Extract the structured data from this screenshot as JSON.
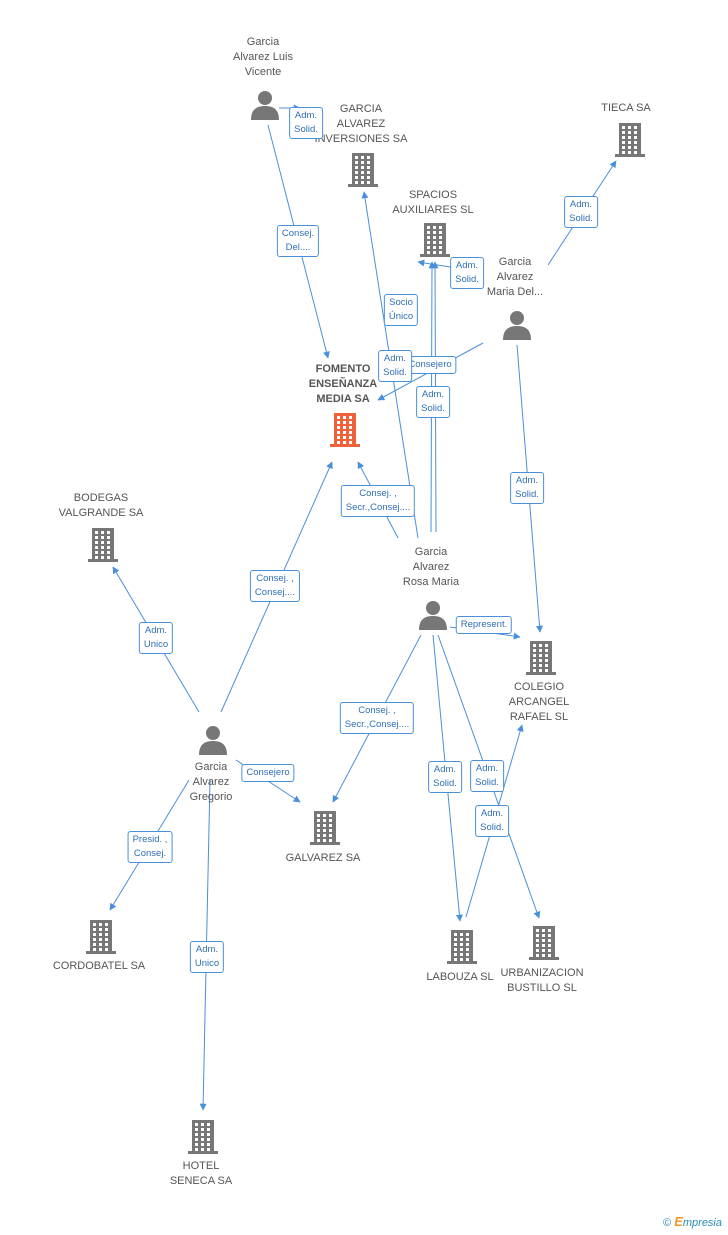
{
  "nodes": [
    {
      "id": "fomento",
      "label": "FOMENTO\nENSEÑANZA\nMEDIA SA",
      "type": "company",
      "main": true
    },
    {
      "id": "garcia_inv",
      "label": "GARCIA\nALVAREZ\nINVERSIONES SA",
      "type": "company"
    },
    {
      "id": "spacios",
      "label": "SPACIOS\nAUXILIARES  SL",
      "type": "company"
    },
    {
      "id": "tieca",
      "label": "TIECA SA",
      "type": "company"
    },
    {
      "id": "bodegas",
      "label": "BODEGAS\nVALGRANDE SA",
      "type": "company"
    },
    {
      "id": "colegio",
      "label": "COLEGIO\nARCANGEL\nRAFAEL  SL",
      "type": "company"
    },
    {
      "id": "galvarez",
      "label": "GALVAREZ SA",
      "type": "company"
    },
    {
      "id": "cordobatel",
      "label": "CORDOBATEL SA",
      "type": "company"
    },
    {
      "id": "labouza",
      "label": "LABOUZA SL",
      "type": "company"
    },
    {
      "id": "urbanizacion",
      "label": "URBANIZACION\nBUSTILLO SL",
      "type": "company"
    },
    {
      "id": "hotel",
      "label": "HOTEL\nSENECA SA",
      "type": "company"
    },
    {
      "id": "luis",
      "label": "Garcia\nAlvarez Luis\nVicente",
      "type": "person"
    },
    {
      "id": "maria_del",
      "label": "Garcia\nAlvarez\nMaria Del...",
      "type": "person"
    },
    {
      "id": "rosa",
      "label": "Garcia\nAlvarez\nRosa Maria",
      "type": "person"
    },
    {
      "id": "gregorio",
      "label": "Garcia\nAlvarez\nGregorio",
      "type": "person"
    }
  ],
  "edges": [
    {
      "from": "luis",
      "to": "fomento",
      "label": "Consej.\nDel...."
    },
    {
      "from": "luis",
      "to": "garcia_inv",
      "label": "Adm.\nSolid."
    },
    {
      "from": "maria_del",
      "to": "tieca",
      "label": "Adm.\nSolid."
    },
    {
      "from": "maria_del",
      "to": "spacios",
      "label": "Adm.\nSolid."
    },
    {
      "from": "maria_del",
      "to": "fomento",
      "label": "Consejero"
    },
    {
      "from": "maria_del",
      "to": "colegio",
      "label": "Adm.\nSolid."
    },
    {
      "from": "rosa",
      "to": "garcia_inv",
      "label": "Adm.\nSolid."
    },
    {
      "from": "rosa",
      "to": "spacios",
      "label": "Socio\nÚnico"
    },
    {
      "from": "rosa",
      "to": "spacios",
      "label": "Adm.\nSolid."
    },
    {
      "from": "rosa",
      "to": "fomento",
      "label": "Consej. ,\nSecr.,Consej...."
    },
    {
      "from": "rosa",
      "to": "colegio",
      "label": "Represent."
    },
    {
      "from": "rosa",
      "to": "galvarez",
      "label": "Consej. ,\nSecr.,Consej...."
    },
    {
      "from": "rosa",
      "to": "labouza",
      "label": "Adm.\nSolid."
    },
    {
      "from": "rosa",
      "to": "urbanizacion",
      "label": "Adm.\nSolid."
    },
    {
      "from": "labouza",
      "to": "colegio",
      "label": "Adm.\nSolid."
    },
    {
      "from": "gregorio",
      "to": "fomento",
      "label": "Consej. ,\nConsej...."
    },
    {
      "from": "gregorio",
      "to": "bodegas",
      "label": "Adm.\nUnico"
    },
    {
      "from": "gregorio",
      "to": "galvarez",
      "label": "Consejero"
    },
    {
      "from": "gregorio",
      "to": "cordobatel",
      "label": "Presid. ,\nConsej."
    },
    {
      "from": "gregorio",
      "to": "hotel",
      "label": "Adm.\nUnico"
    }
  ],
  "colors": {
    "edge": "#4a90d9",
    "icon": "#777777",
    "main_icon": "#f0623a",
    "label_border": "#4a90d9",
    "label_text": "#2f6fb5"
  },
  "footer": {
    "copyright": "©",
    "brand_initial": "E",
    "brand_rest": "mpresia"
  }
}
